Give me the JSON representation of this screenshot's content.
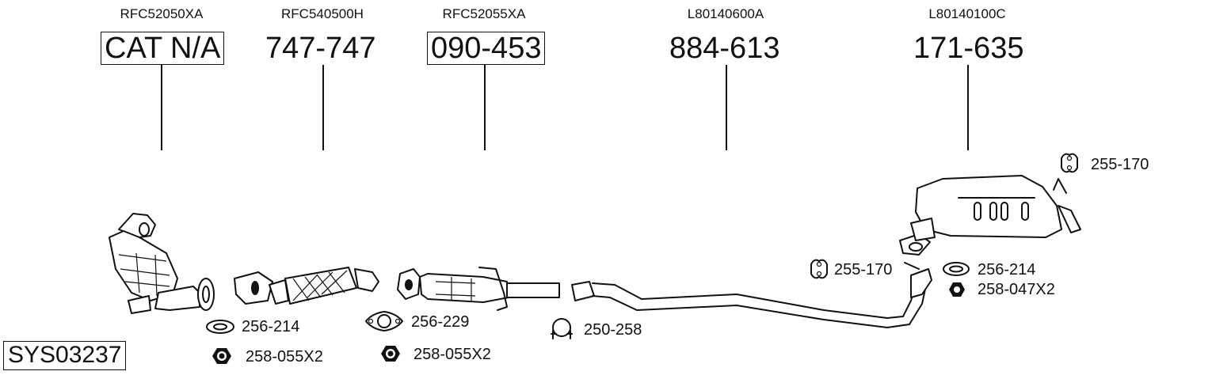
{
  "system_code": "SYS03237",
  "parts": [
    {
      "oem": "RFC52050XA",
      "number": "CAT N/A",
      "boxed": true,
      "name": "catalytic-converter"
    },
    {
      "oem": "RFC540500H",
      "number": "747-747",
      "boxed": false,
      "name": "flex-front-pipe"
    },
    {
      "oem": "RFC52055XA",
      "number": "090-453",
      "boxed": true,
      "name": "catalytic-converter-2"
    },
    {
      "oem": "L80140600A",
      "number": "884-613",
      "boxed": false,
      "name": "middle-pipe"
    },
    {
      "oem": "L80140100C",
      "number": "171-635",
      "boxed": false,
      "name": "rear-silencer"
    }
  ],
  "accessories": [
    {
      "code": "256-214",
      "icon": "gasket-ring-icon"
    },
    {
      "code": "258-055X2",
      "icon": "hex-nut-icon"
    },
    {
      "code": "256-229",
      "icon": "flange-gasket-icon"
    },
    {
      "code": "258-055X2",
      "icon": "hex-nut-icon"
    },
    {
      "code": "250-258",
      "icon": "pipe-clamp-icon"
    },
    {
      "code": "255-170",
      "icon": "rubber-hanger-icon"
    },
    {
      "code": "256-214",
      "icon": "gasket-ring-icon"
    },
    {
      "code": "258-047X2",
      "icon": "flange-nut-icon"
    },
    {
      "code": "255-170",
      "icon": "rubber-hanger-icon"
    }
  ]
}
